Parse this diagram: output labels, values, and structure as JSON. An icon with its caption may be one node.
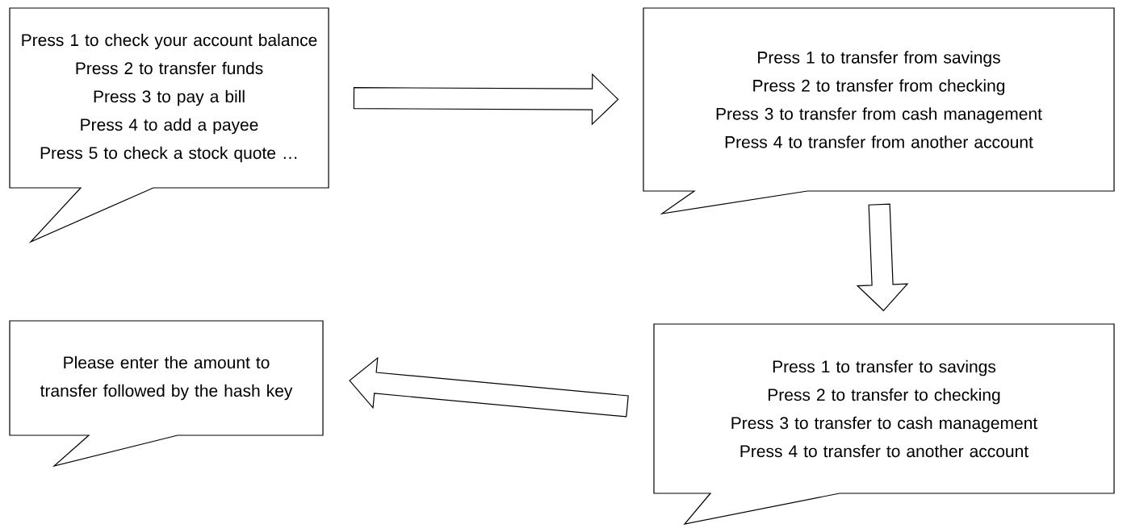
{
  "diagram": {
    "nodes": [
      {
        "text": [
          "Press 1 to check your account balance",
          "Press 2 to transfer funds",
          "Press 3 to pay a bill",
          "Press 4 to add a payee",
          "Press 5 to check a stock quote …"
        ]
      },
      {
        "text": [
          "Press 1 to transfer from savings",
          "Press 2 to transfer from checking",
          "Press 3 to transfer from cash management",
          "Press 4 to transfer from another account"
        ]
      },
      {
        "text": [
          "Press 1 to transfer to savings",
          "Press 2 to transfer to checking",
          "Press 3 to transfer to cash management",
          "Press 4 to transfer to another account"
        ]
      },
      {
        "text": [
          "Please enter the amount to transfer followed by the hash key"
        ]
      }
    ],
    "edges": [
      {
        "from": 0,
        "to": 1,
        "arrow": "to"
      },
      {
        "from": 1,
        "to": 2,
        "arrow": "to"
      },
      {
        "from": 2,
        "to": 3,
        "arrow": "to"
      }
    ]
  }
}
